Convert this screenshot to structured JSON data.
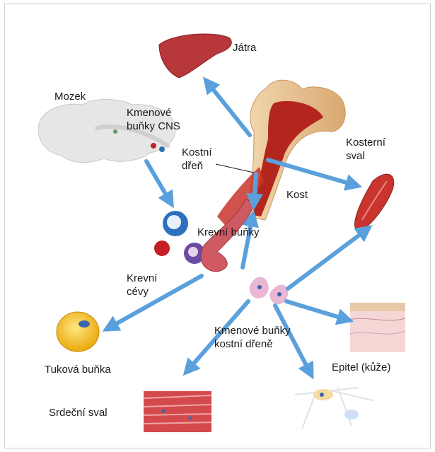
{
  "labels": {
    "liver": "Játra",
    "brain": "Mozek",
    "cns_stem_cells": [
      "Kmenové",
      "buňky CNS"
    ],
    "bone_marrow": [
      "Kostní",
      "dřeň"
    ],
    "bone": "Kost",
    "skeletal_muscle": [
      "Kosterní",
      "sval"
    ],
    "blood_cells": "Krevní buňky",
    "blood_vessels": [
      "Krevní",
      "cévy"
    ],
    "marrow_stem_cells": [
      "Kmenové buňky",
      "kostní dřeně"
    ],
    "fat_cell": "Tuková buňka",
    "epithelium": "Epitel (kůže)",
    "heart_muscle": "Srdeční sval"
  },
  "colors": {
    "arrow": "#5aa0dc",
    "bone_outer": "#e9c9a0",
    "marrow": "#b3261e",
    "liver": "#b8373a",
    "muscle": "#c9342f",
    "fat": "#f3c319",
    "brain": "#e6e6e6"
  }
}
